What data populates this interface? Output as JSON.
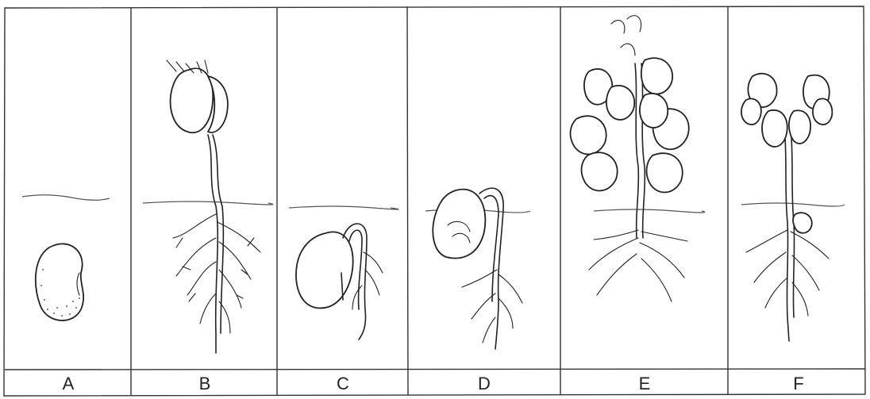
{
  "diagram": {
    "panels": [
      {
        "label": "A"
      },
      {
        "label": "B"
      },
      {
        "label": "C"
      },
      {
        "label": "D"
      },
      {
        "label": "E"
      },
      {
        "label": "F"
      }
    ]
  }
}
